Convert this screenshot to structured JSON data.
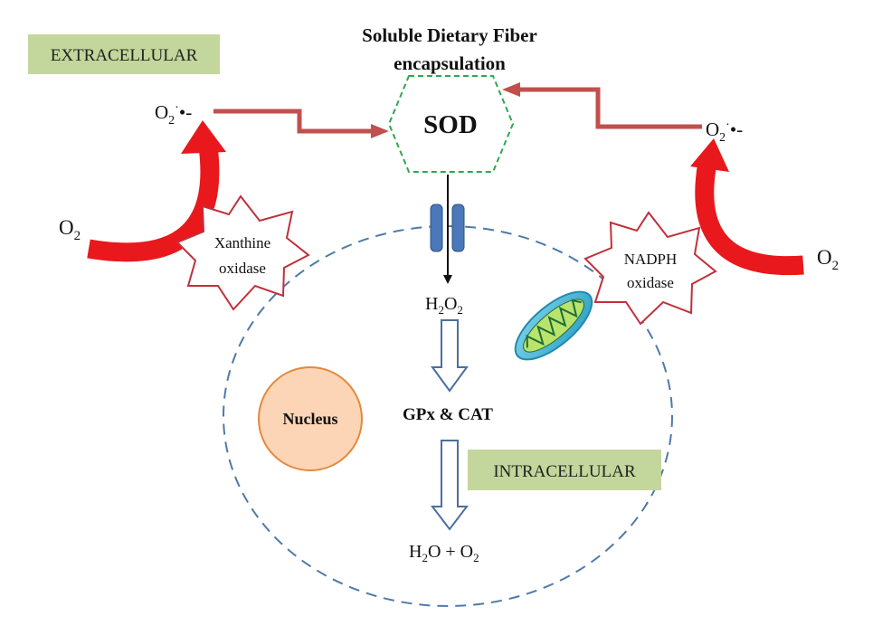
{
  "title": {
    "line1": "Soluble Dietary Fiber",
    "line2": "encapsulation"
  },
  "labels": {
    "extracellular": "EXTRACELLULAR",
    "intracellular": "INTRACELLULAR",
    "sod": "SOD",
    "nucleus": "Nucleus",
    "gpx_cat": "GPx & CAT"
  },
  "species": {
    "superoxide_base": "O",
    "superoxide_sub": "2",
    "superoxide_sup": "·",
    "superoxide_tail": "•-",
    "oxygen_base": "O",
    "oxygen_sub": "2",
    "h2o2_h": "H",
    "h2o2_sub1": "2",
    "h2o2_o": "O",
    "h2o2_sub2": "2",
    "water_h": "H",
    "water_sub": "2",
    "water_rest": "O + O",
    "water_sub2": "2"
  },
  "enzymes": {
    "left_line1": "Xanthine",
    "left_line2": "oxidase",
    "right_line1": "NADPH",
    "right_line2": "oxidase"
  },
  "colors": {
    "label_box": "#c3d69b",
    "red_arrow": "#e8181c",
    "connector": "#c0504d",
    "cell_border": "#4f7aa8",
    "nucleus_fill": "#fbd5b5",
    "nucleus_border": "#e3893c",
    "hexagon_border": "#2ea84f",
    "channel": "#4a78b8",
    "outline_arrow": "#4a6fa0",
    "star_border": "#c0303a"
  },
  "icons": [
    "mitochondrion-icon"
  ]
}
